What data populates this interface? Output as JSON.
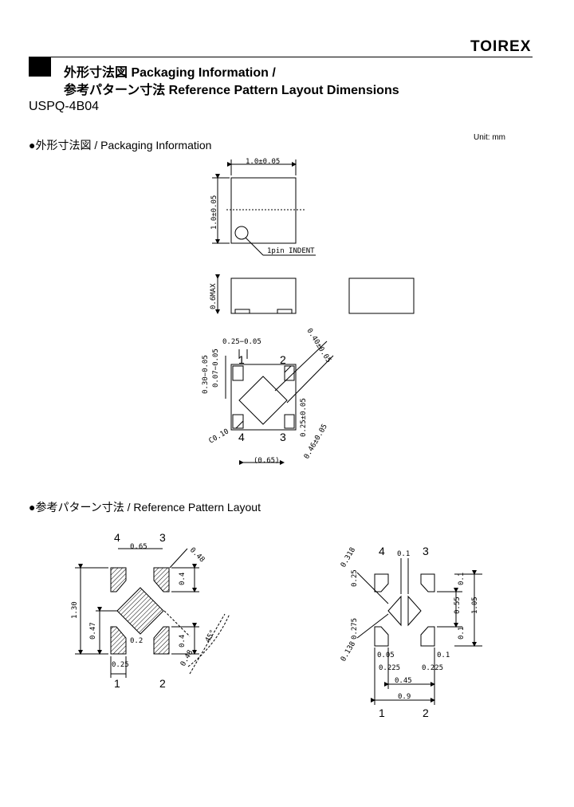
{
  "header": {
    "logo": "TOIREX",
    "title_line1": "外形寸法図 Packaging Information /",
    "title_line2": "参考パターン寸法  Reference Pattern Layout Dimensions",
    "part_number": "USPQ-4B04"
  },
  "packaging": {
    "heading": "●外形寸法図  / Packaging Information",
    "unit": "Unit: mm",
    "dim_width": "1.0±0.05",
    "dim_height": "1.0±0.05",
    "indent_label": "1pin INDENT",
    "dim_max_height": "0.6MAX",
    "dim_pad_width": "0.25−0.05",
    "dim_pad_offset": "0.07−0.05",
    "dim_pad_len": "0.30−0.05",
    "dim_diag_pad": "0.40±0.05",
    "dim_corner": "0.25±0.05",
    "dim_diag2": "0.46±0.05",
    "dim_chamfer": "C0.10",
    "dim_pitch": "(0.65)",
    "pins": [
      "1",
      "2",
      "3",
      "4"
    ]
  },
  "reference": {
    "heading": "●参考パターン寸法  / Reference Pattern Layout",
    "left": {
      "pins_top": [
        "4",
        "3"
      ],
      "pins_bottom": [
        "1",
        "2"
      ],
      "dim_pitch": "0.65",
      "dim_diag_a": "0.48",
      "dim_pad_h_top": "0.4",
      "dim_total_h": "1.30",
      "dim_lower": "0.47",
      "dim_center": "0.2",
      "dim_pad_h_bottom": "0.4",
      "dim_pad_w": "0.25",
      "dim_diag_b": "0.48",
      "dim_angle": "45°"
    },
    "right": {
      "pins_top": [
        "4",
        "3"
      ],
      "pins_bottom": [
        "1",
        "2"
      ],
      "dim_a": "0.318",
      "dim_b": "0.1",
      "dim_c": "0.25",
      "dim_d": "0.1",
      "dim_e": "0.55",
      "dim_f": "1.05",
      "dim_g": "0.275",
      "dim_h": "0.1",
      "dim_i": "0.05",
      "dim_j": "0.1",
      "dim_k": "0.225",
      "dim_l": "0.225",
      "dim_m": "0.45",
      "dim_n": "0.9",
      "dim_o": "0.138"
    }
  }
}
